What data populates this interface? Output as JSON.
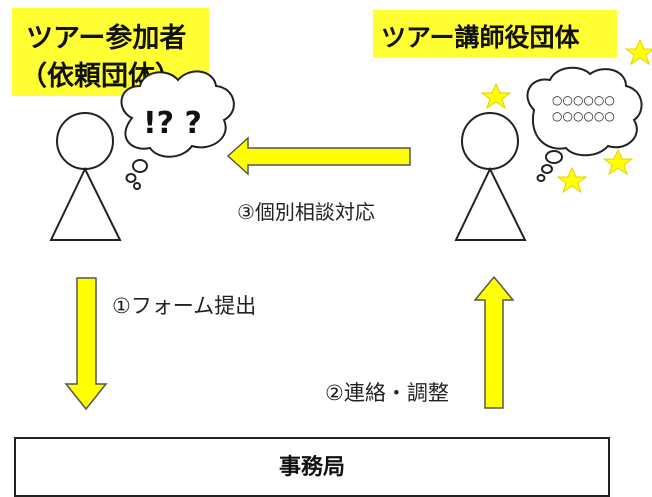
{
  "participant_label_line1": "ツアー参加者",
  "participant_label_line2": "（依頼団体）",
  "instructor_label": "ツアー講師役団体",
  "participant_thought": "!? ?",
  "instructor_thought": "○○○○○○\n○○○○○○",
  "step1": "①フォーム提出",
  "step2": "②連絡・調整",
  "step3": "③個別相談対応",
  "office_label": "事務局",
  "colors": {
    "arrow_fill": "#ffff00",
    "label_bg": "#ffff33",
    "star": "#ffff00",
    "stroke": "#222222"
  }
}
